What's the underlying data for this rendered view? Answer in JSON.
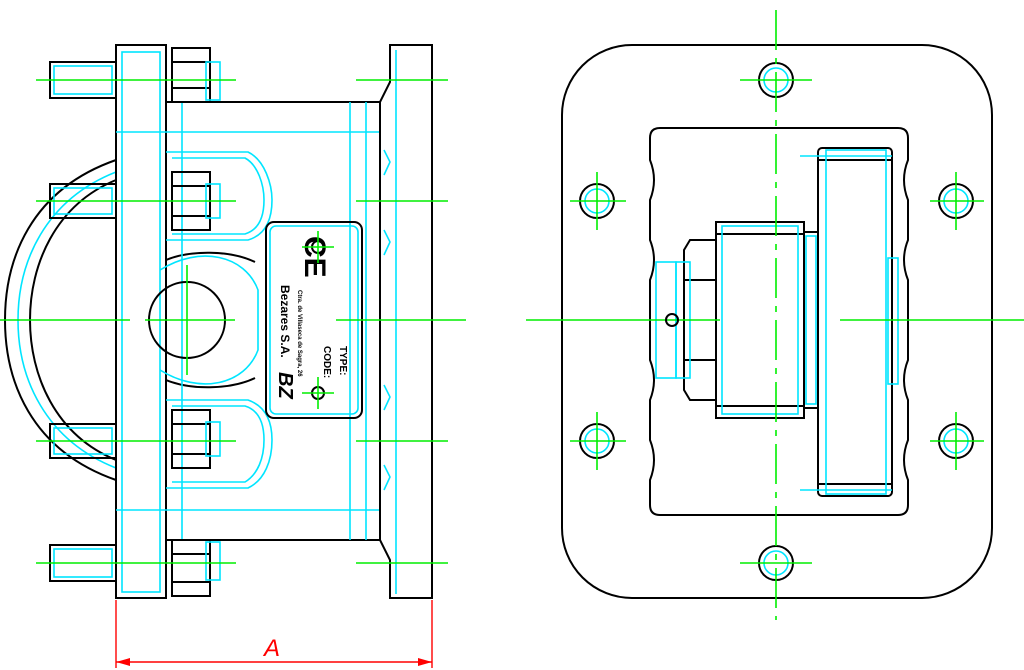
{
  "plate": {
    "mark": "CE",
    "brand": "Bezares S.A.",
    "address": "Ctra. de Villaseca de Sagra, 26",
    "logo": "BZ",
    "code_label": "CODE:",
    "type_label": "TYPE:"
  },
  "dimension": {
    "label": "A"
  },
  "colors": {
    "outline": "#000000",
    "hidden": "#00e5ff",
    "centerline": "#00ee00",
    "dimension": "#ff0000"
  }
}
